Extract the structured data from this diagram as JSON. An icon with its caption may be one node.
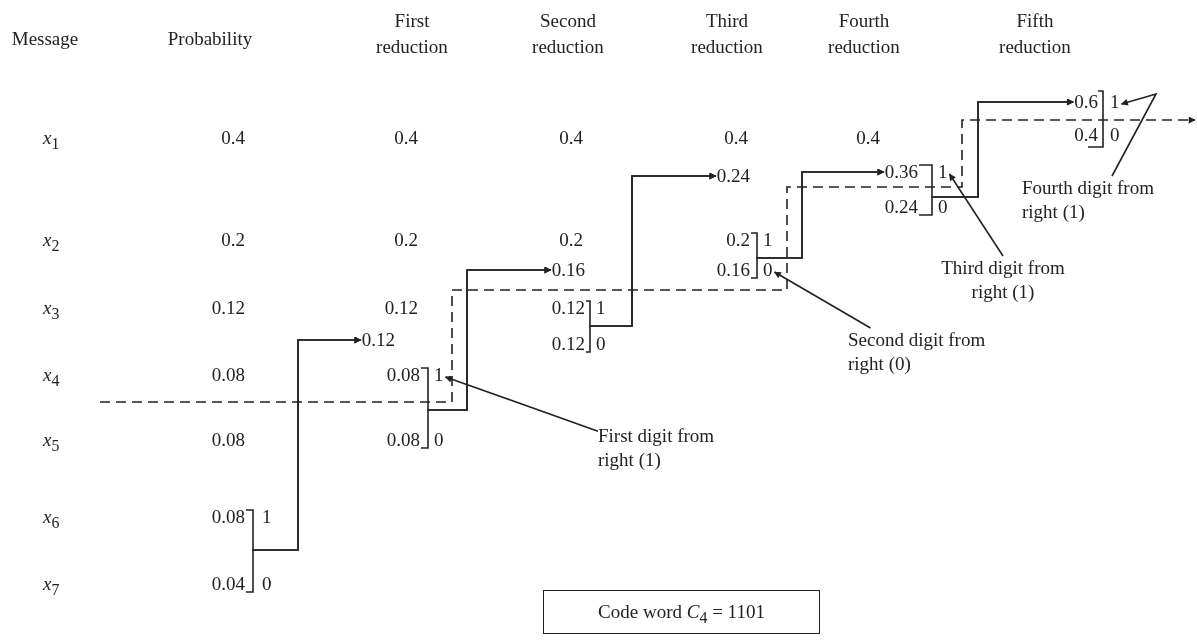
{
  "diagram": {
    "nodes": [
      {
        "text": [
          "0.6"
        ],
        "beside": [
          "1"
        ]
      },
      {
        "text": [
          "0.4"
        ],
        "beside": [
          "0"
        ]
      },
      {
        "text": [
          "0.36"
        ],
        "beside": [
          "1"
        ]
      },
      {
        "text": [
          "0.24"
        ]
      },
      {
        "text": [
          "Fourth digit from right (1)"
        ]
      },
      {
        "text": [
          "0.24"
        ],
        "beside": [
          "0"
        ]
      },
      {
        "text": [
          "0.2"
        ],
        "beside": [
          "1"
        ]
      },
      {
        "text": [
          "Third digit from right (1)"
        ]
      },
      {
        "text": [
          "0.16"
        ]
      },
      {
        "text": [
          "0.16"
        ],
        "beside": [
          "0"
        ]
      },
      {
        "text": [
          "0.12"
        ],
        "beside": [
          "1"
        ]
      },
      {
        "text": [
          "Second digit from right (0)"
        ]
      },
      {
        "text": [
          "0.12"
        ]
      },
      {
        "text": [
          "0.12"
        ],
        "beside": [
          "0"
        ]
      },
      {
        "text": [
          "0.08"
        ],
        "beside": [
          "1"
        ]
      },
      {
        "text": [
          "First digit from right (1)"
        ]
      },
      {
        "text": [
          "0.08"
        ],
        "beside": [
          "0"
        ]
      },
      {
        "text": [
          "0.08"
        ],
        "beside": [
          "1"
        ]
      },
      {
        "text": [
          "0.04"
        ],
        "beside": [
          "0"
        ]
      },
      {
        "text": [
          "Code word *C*$_{4}$ = 1101"
        ]
      }
    ],
    "edges": [
      {
        "from": 17,
        "to": 12,
        "arrow": "to"
      },
      {
        "from": 18,
        "to": 12,
        "arrow": "to"
      },
      {
        "from": 14,
        "to": 8,
        "arrow": "to"
      },
      {
        "from": 16,
        "to": 8,
        "arrow": "to"
      },
      {
        "from": 10,
        "to": 3,
        "arrow": "to"
      },
      {
        "from": 13,
        "to": 3,
        "arrow": "to"
      },
      {
        "from": 6,
        "to": 2,
        "arrow": "to"
      },
      {
        "from": 9,
        "to": 2,
        "arrow": "to"
      },
      {
        "from": 2,
        "to": 0,
        "arrow": "to"
      },
      {
        "from": 5,
        "to": 0,
        "arrow": "to"
      },
      {
        "from": 15,
        "to": 14,
        "arrow": "to"
      },
      {
        "from": 11,
        "to": 9,
        "arrow": "to"
      },
      {
        "from": 7,
        "to": 2,
        "arrow": "to"
      },
      {
        "from": 4,
        "to": 0,
        "arrow": "to"
      }
    ],
    "labels": [
      "Message",
      "Probability",
      "First reduction",
      "Second reduction",
      "Third reduction",
      "Fourth reduction",
      "Fifth reduction",
      "*x*$_{1}$",
      "0.4",
      "0.4",
      "0.4",
      "0.4",
      "0.4",
      "*x*$_{2}$",
      "0.2",
      "0.2",
      "0.2",
      "*x*$_{3}$",
      "0.12",
      "0.12",
      "*x*$_{4}$",
      "0.08",
      "*x*$_{5}$",
      "0.08",
      "*x*$_{6}$",
      "*x*$_{7}$"
    ]
  }
}
